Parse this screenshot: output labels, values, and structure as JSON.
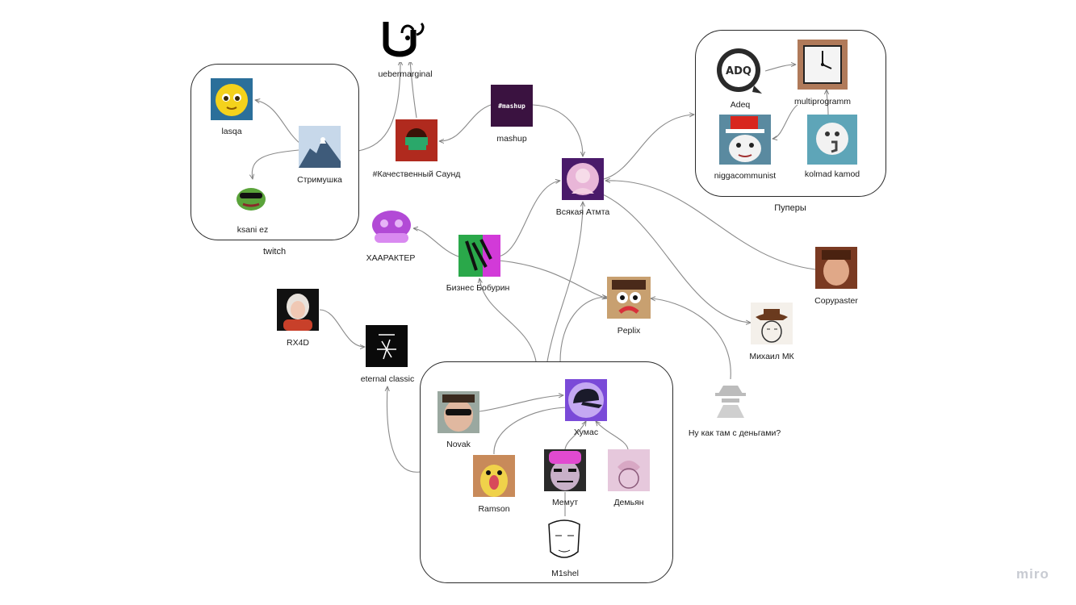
{
  "groups": {
    "twitch": "twitch",
    "pupery": "Пуперы",
    "bottom": ""
  },
  "nodes": {
    "uebermarginal": "uebermarginal",
    "lasqa": "lasqa",
    "strimushka": "Стримушка",
    "ksani": "ksani ez",
    "kachestvenny": "#Качественный Саунд",
    "mashup": "mashup",
    "mashup_badge": "#mashup",
    "vsyakaya": "Всякая Атмта",
    "adeq": "Adeq",
    "multiprogramm": "multiprogramm",
    "niggacommunist": "niggacommunist",
    "kolmad": "kolmad kamod",
    "haarakter": "ХААРАКТЕР",
    "biznes": "Бизнес Бобурин",
    "peplix": "Peplix",
    "copypaster": "Copypaster",
    "mikhail": "Михаил МК",
    "rx4d": "RX4D",
    "eternal": "eternal classic",
    "nukak": "Ну как там с деньгами?",
    "humas": "Хумас",
    "novak": "Novak",
    "ramson": "Ramson",
    "memut": "Мемут",
    "demyan": "Демьян",
    "m1shel": "M1shel"
  },
  "brand": "miro",
  "colors": {
    "edge": "#8a8a8a",
    "group_border": "#2a2a2a",
    "brand": "#c8cbd2"
  },
  "icons": {
    "uebermarginal": "ue-logo-icon",
    "lasqa": "yellow-smiley-icon",
    "strimushka": "mountain-icon",
    "ksani": "pepe-frog-icon",
    "kachestvenny": "album-cover-icon",
    "mashup": "mashup-tile-icon",
    "vsyakaya": "pink-girl-icon",
    "adeq": "adeq-logo-icon",
    "multiprogramm": "clock-icon",
    "niggacommunist": "cat-hat-icon",
    "kolmad": "ghost-face-icon",
    "haarakter": "purple-sticker-icon",
    "biznes": "graffiti-icon",
    "peplix": "sad-face-icon",
    "copypaster": "photo-avatar-icon",
    "mikhail": "cowboy-sketch-icon",
    "rx4d": "girl-portrait-icon",
    "eternal": "dark-cover-icon",
    "nukak": "spy-icon",
    "humas": "cap-icon",
    "novak": "sunglasses-face-icon",
    "ramson": "bird-icon",
    "memut": "pink-hat-face-icon",
    "demyan": "pink-sketch-icon",
    "m1shel": "line-face-icon"
  }
}
